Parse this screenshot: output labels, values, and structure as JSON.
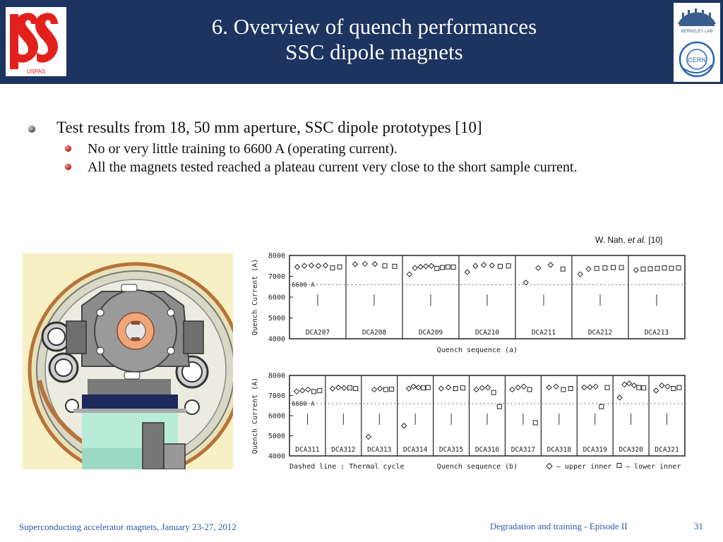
{
  "header": {
    "title_line1": "6. Overview of quench performances",
    "title_line2": "SSC dipole magnets",
    "logo_left_text": "USPAS",
    "logo_right_top_text": "BERKELEY LAB",
    "logo_right_bottom_text": "CERN",
    "background_color": "#1d3461"
  },
  "bullets": {
    "main": "Test results from 18,  50 mm aperture, SSC dipole prototypes [10]",
    "sub": [
      "No or very little training to 6600 A (operating current).",
      "All the magnets tested reached a plateau current very close to the short sample current."
    ]
  },
  "citation": {
    "author": "W. Nah, ",
    "etal": "et al.",
    "ref": " [10]"
  },
  "figure": {
    "magnet_cross_section_icon": "magnet-cross-section-icon"
  },
  "chart_data": [
    {
      "type": "scatter",
      "ylabel": "Quench Current (A)",
      "xlabel": "Quench sequence (a)",
      "ylim": [
        4000,
        8000
      ],
      "yticks": [
        "8000",
        "7000",
        "6000",
        "5000",
        "4000"
      ],
      "reference_label": "6600 A",
      "reference_value": 6600,
      "magnets": [
        "DCA207",
        "DCA208",
        "DCA209",
        "DCA210",
        "DCA211",
        "DCA212",
        "DCA213"
      ],
      "series": [
        {
          "name": "upper inner",
          "values": [
            [
              7450,
              7500,
              7520,
              7500,
              7520
            ],
            [
              7580,
              7600,
              7590
            ],
            [
              7100,
              7400,
              7450,
              7480,
              7500
            ],
            [
              7200,
              7500,
              7550,
              7520
            ],
            [
              6700,
              7400,
              7550
            ],
            [
              7100,
              7350
            ],
            [
              7300
            ]
          ]
        },
        {
          "name": "lower inner",
          "values": [
            [
              7400,
              7450
            ],
            [
              7500,
              7480
            ],
            [
              7380,
              7420,
              7450,
              7440
            ],
            [
              7480,
              7500
            ],
            [
              7350
            ],
            [
              7380,
              7400,
              7420,
              7420
            ],
            [
              7350,
              7360,
              7380,
              7400,
              7380,
              7400
            ]
          ]
        }
      ]
    },
    {
      "type": "scatter",
      "ylabel": "Quench Current (A)",
      "xlabel": "Quench sequence (b)",
      "ylim": [
        4000,
        8000
      ],
      "yticks": [
        "8000",
        "7000",
        "6000",
        "5000",
        "4000"
      ],
      "reference_label": "6600 A",
      "reference_value": 6600,
      "note": "Dashed line : Thermal cycle",
      "legend_upper": "upper inner",
      "legend_lower": "lower inner",
      "magnets": [
        "DCA311",
        "DCA312",
        "DCA313",
        "DCA314",
        "DCA315",
        "DCA316",
        "DCA317",
        "DCA318",
        "DCA319",
        "DCA320",
        "DCA321"
      ],
      "series": [
        {
          "name": "upper inner",
          "values": [
            [
              7200,
              7250,
              7300
            ],
            [
              7350,
              7400,
              7380
            ],
            [
              4950,
              7300,
              7350
            ],
            [
              5500,
              7350,
              7450,
              7400
            ],
            [
              7350,
              7400
            ],
            [
              7300,
              7380,
              7400
            ],
            [
              7300,
              7400,
              7450
            ],
            [
              7400,
              7450
            ],
            [
              7400,
              7420,
              7450
            ],
            [
              6900,
              7550,
              7600,
              7500
            ],
            [
              7250,
              7500,
              7450
            ]
          ]
        },
        {
          "name": "lower inner",
          "values": [
            [
              7200,
              7250
            ],
            [
              7380,
              7350
            ],
            [
              7300,
              7320
            ],
            [
              7380,
              7400
            ],
            [
              7350,
              7380
            ],
            [
              7150,
              6450
            ],
            [
              7300,
              5650
            ],
            [
              7300,
              7350
            ],
            [
              6450,
              7400
            ],
            [
              7400,
              7380
            ],
            [
              7350,
              7400
            ]
          ]
        }
      ]
    }
  ],
  "footer": {
    "left": "Superconducting accelerator magnets, January 23-27, 2012",
    "middle": "Degradation and training - Episode II",
    "page_number": "31"
  }
}
